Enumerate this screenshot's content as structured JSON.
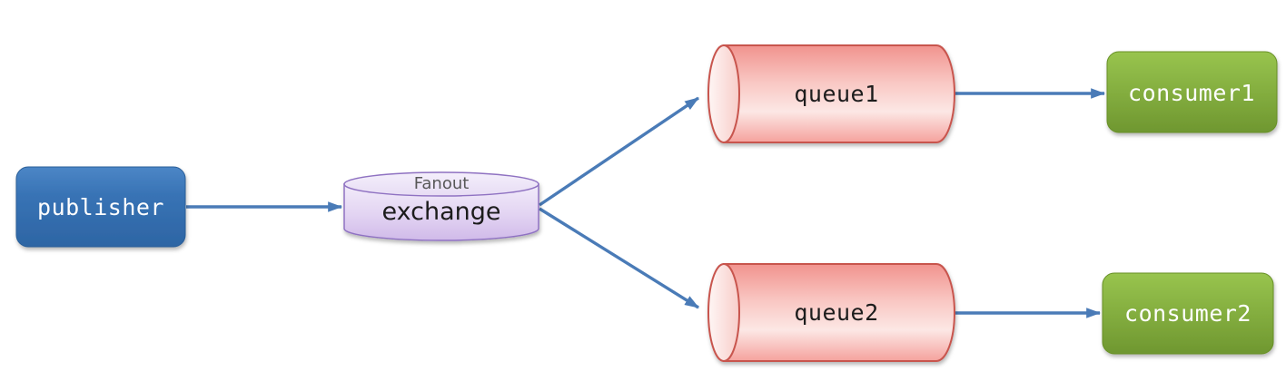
{
  "diagram": {
    "description": "Fanout exchange message flow diagram",
    "background": "#ffffff",
    "arrow_color": "#4A7BB7",
    "nodes": {
      "publisher": {
        "label": "publisher",
        "shape": "rounded-rect",
        "fill_top": "#4C86C6",
        "fill_bottom": "#2D65A4",
        "text_color": "#ffffff"
      },
      "exchange": {
        "label": "exchange",
        "sublabel": "Fanout",
        "shape": "cylinder-vertical",
        "fill_top": "#F2ECFA",
        "fill_bottom": "#D0BAE9",
        "border_color": "#8F72C2",
        "text_color": "#1a1a1a",
        "sublabel_color": "#595959"
      },
      "queue1": {
        "label": "queue1",
        "shape": "cylinder-horizontal",
        "fill_light": "#FCE7E5",
        "fill_dark": "#F1938E",
        "border_color": "#C8544E",
        "text_color": "#1a1a1a"
      },
      "queue2": {
        "label": "queue2",
        "shape": "cylinder-horizontal",
        "fill_light": "#FCE7E5",
        "fill_dark": "#F1938E",
        "border_color": "#C8544E",
        "text_color": "#1a1a1a"
      },
      "consumer1": {
        "label": "consumer1",
        "shape": "rounded-rect",
        "fill_top": "#98C44E",
        "fill_bottom": "#6F9730",
        "text_color": "#ffffff"
      },
      "consumer2": {
        "label": "consumer2",
        "shape": "rounded-rect",
        "fill_top": "#98C44E",
        "fill_bottom": "#6F9730",
        "text_color": "#ffffff"
      }
    },
    "edges": [
      {
        "from": "publisher",
        "to": "exchange"
      },
      {
        "from": "exchange",
        "to": "queue1"
      },
      {
        "from": "exchange",
        "to": "queue2"
      },
      {
        "from": "queue1",
        "to": "consumer1"
      },
      {
        "from": "queue2",
        "to": "consumer2"
      }
    ]
  }
}
